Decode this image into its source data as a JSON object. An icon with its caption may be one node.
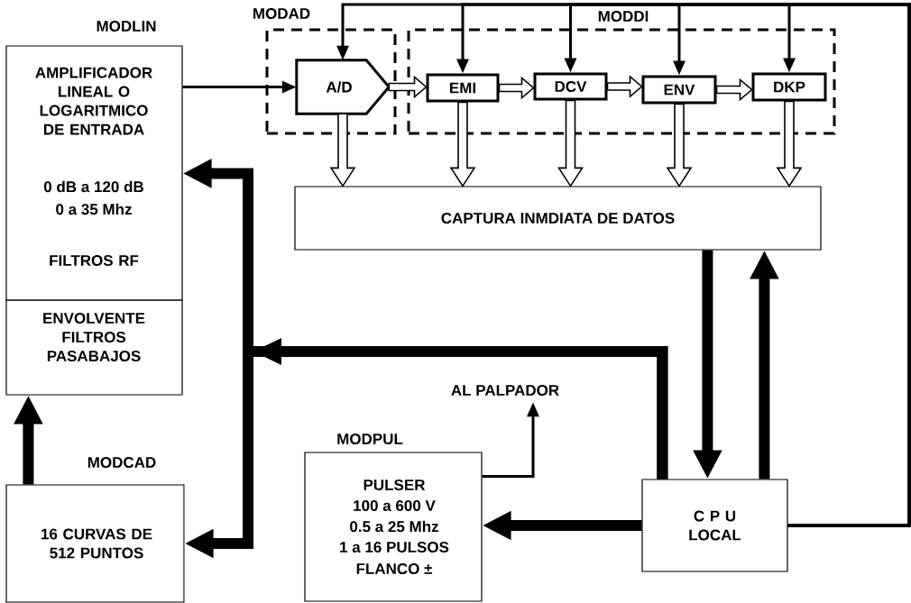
{
  "diagram": {
    "nodes": [
      {
        "text": [
          "MODLIN",
          "AMPLIFICADOR LINEAL O LOGARITMICO DE ENTRADA",
          "0 dB a 120 dB",
          "0 a 35 Mhz",
          "FILTROS RF",
          "ENVOLVENTE FILTROS PASABAJOS"
        ]
      },
      {
        "text": [
          "MODAD"
        ]
      },
      {
        "text": [
          "MODDI"
        ]
      },
      {
        "text": [
          "A/D"
        ],
        "in": 1
      },
      {
        "text": [
          "EMI"
        ],
        "in": 2
      },
      {
        "text": [
          "DCV"
        ],
        "in": 2
      },
      {
        "text": [
          "ENV"
        ],
        "in": 2
      },
      {
        "text": [
          "DKP"
        ],
        "in": 2
      },
      {
        "text": [
          "CAPTURA INMDIATA DE DATOS"
        ]
      },
      {
        "text": [
          "MODCAD",
          "16 CURVAS DE 512 PUNTOS"
        ]
      },
      {
        "text": [
          "MODPUL",
          "PULSER",
          "100 a 600 V",
          "0.5 a 25 Mhz",
          "1 a 16 PULSOS",
          "FLANCO ±"
        ]
      },
      {
        "text": [
          "C P U LOCAL"
        ]
      },
      {
        "text": [
          "AL PALPADOR"
        ]
      }
    ],
    "edges": [
      {
        "from": 0,
        "to": 3,
        "arrow": "to"
      },
      {
        "from": 11,
        "to": 3,
        "arrow": "to"
      },
      {
        "from": 11,
        "to": 4,
        "arrow": "to"
      },
      {
        "from": 11,
        "to": 5,
        "arrow": "to"
      },
      {
        "from": 11,
        "to": 6,
        "arrow": "to"
      },
      {
        "from": 11,
        "to": 7,
        "arrow": "to"
      },
      {
        "from": 3,
        "to": 4,
        "arrow": "to"
      },
      {
        "from": 4,
        "to": 5,
        "arrow": "to"
      },
      {
        "from": 5,
        "to": 6,
        "arrow": "to"
      },
      {
        "from": 6,
        "to": 7,
        "arrow": "to"
      },
      {
        "from": 3,
        "to": 8,
        "arrow": "to"
      },
      {
        "from": 4,
        "to": 8,
        "arrow": "to"
      },
      {
        "from": 5,
        "to": 8,
        "arrow": "to"
      },
      {
        "from": 6,
        "to": 8,
        "arrow": "to"
      },
      {
        "from": 7,
        "to": 8,
        "arrow": "to"
      },
      {
        "from": 8,
        "to": 11,
        "arrow": "to",
        "style": "thick"
      },
      {
        "from": 11,
        "to": 8,
        "arrow": "to",
        "style": "thick"
      },
      {
        "from": 11,
        "to": 0,
        "arrow": "to",
        "style": "thick"
      },
      {
        "from": 11,
        "to": 9,
        "arrow": "to",
        "style": "thick"
      },
      {
        "from": 11,
        "to": 10,
        "arrow": "to",
        "style": "thick"
      },
      {
        "from": 9,
        "to": 0,
        "arrow": "to",
        "style": "thick"
      },
      {
        "from": 10,
        "to": 12,
        "arrow": "to"
      }
    ]
  }
}
